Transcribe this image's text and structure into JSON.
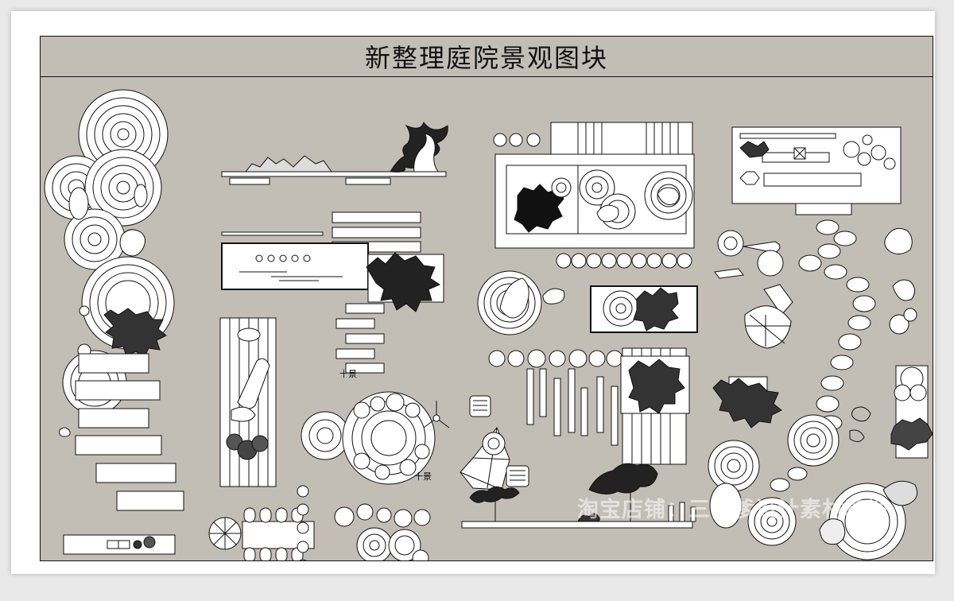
{
  "title": "新整理庭院景观图块",
  "labels": {
    "small_a": "十景",
    "small_b": "十景"
  },
  "watermark": "淘宝店铺：三老爹设计素材基地",
  "colors": {
    "background": "#c2beb6",
    "ink": "#111111",
    "fill": "#ffffff"
  }
}
